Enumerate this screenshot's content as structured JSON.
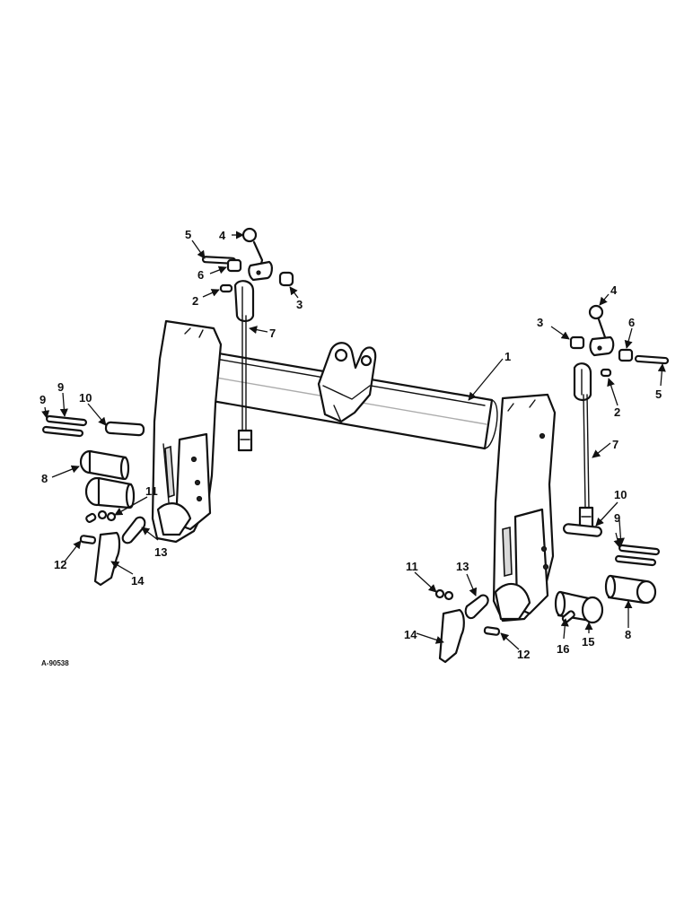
{
  "diagram": {
    "drawing_number": "A-90538",
    "callouts": [
      {
        "id": "c1",
        "label": "1"
      },
      {
        "id": "c2a",
        "label": "2"
      },
      {
        "id": "c2b",
        "label": "2"
      },
      {
        "id": "c3a",
        "label": "3"
      },
      {
        "id": "c3b",
        "label": "3"
      },
      {
        "id": "c4a",
        "label": "4"
      },
      {
        "id": "c4b",
        "label": "4"
      },
      {
        "id": "c5a",
        "label": "5"
      },
      {
        "id": "c5b",
        "label": "5"
      },
      {
        "id": "c6a",
        "label": "6"
      },
      {
        "id": "c6b",
        "label": "6"
      },
      {
        "id": "c7a",
        "label": "7"
      },
      {
        "id": "c7b",
        "label": "7"
      },
      {
        "id": "c8a",
        "label": "8"
      },
      {
        "id": "c8b",
        "label": "8"
      },
      {
        "id": "c9a",
        "label": "9"
      },
      {
        "id": "c9b",
        "label": "9"
      },
      {
        "id": "c9c",
        "label": "9"
      },
      {
        "id": "c10a",
        "label": "10"
      },
      {
        "id": "c10b",
        "label": "10"
      },
      {
        "id": "c11a",
        "label": "11"
      },
      {
        "id": "c11b",
        "label": "11"
      },
      {
        "id": "c12a",
        "label": "12"
      },
      {
        "id": "c12b",
        "label": "12"
      },
      {
        "id": "c13a",
        "label": "13"
      },
      {
        "id": "c13b",
        "label": "13"
      },
      {
        "id": "c14a",
        "label": "14"
      },
      {
        "id": "c14b",
        "label": "14"
      },
      {
        "id": "c15",
        "label": "15"
      },
      {
        "id": "c16",
        "label": "16"
      }
    ]
  }
}
